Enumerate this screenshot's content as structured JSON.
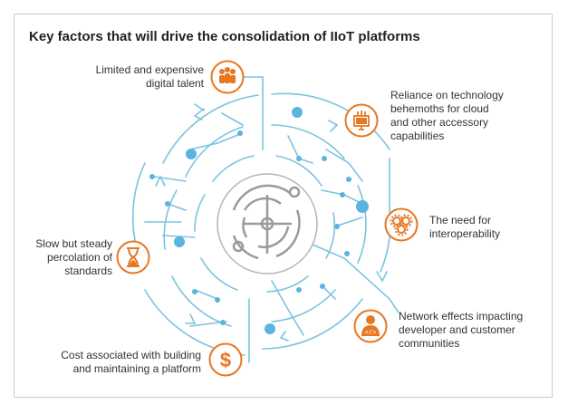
{
  "title": "Key factors that will drive the consolidation of IIoT platforms",
  "colors": {
    "accent": "#e87722",
    "line": "#7cc3df",
    "dot": "#5ab4de",
    "center": "#9a9a9a"
  },
  "factors": [
    {
      "lines": [
        "Limited and expensive",
        "digital talent"
      ],
      "icon": "people-group-icon"
    },
    {
      "lines": [
        "Reliance on technology",
        "behemoths for cloud",
        "and other accessory",
        "capabilities"
      ],
      "icon": "monitor-tools-icon"
    },
    {
      "lines": [
        "The need for",
        "interoperability"
      ],
      "icon": "gears-icon"
    },
    {
      "lines": [
        "Network effects impacting",
        "developer and customer",
        "communities"
      ],
      "icon": "developer-icon"
    },
    {
      "lines": [
        "Cost associated with building",
        "and maintaining a platform"
      ],
      "icon": "dollar-icon"
    },
    {
      "lines": [
        "Slow but steady",
        "percolation of",
        "standards"
      ],
      "icon": "hourglass-icon"
    }
  ]
}
